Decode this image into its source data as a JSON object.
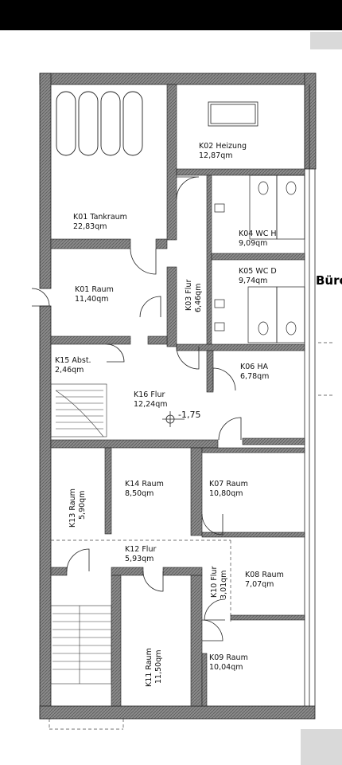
{
  "header": {
    "bar_color": "#000000"
  },
  "side_text": "Bürc",
  "rooms": {
    "k01_tank": {
      "name": "K01 Tankraum",
      "area": "22,83qm"
    },
    "k02": {
      "name": "K02 Heizung",
      "area": "12,87qm"
    },
    "k03": {
      "name": "K03 Flur",
      "area": "6,46qm"
    },
    "k04": {
      "name": "K04 WC H",
      "area": "9,09qm"
    },
    "k05": {
      "name": "K05 WC D",
      "area": "9,74qm"
    },
    "k01_raum": {
      "name": "K01 Raum",
      "area": "11,40qm"
    },
    "k15": {
      "name": "K15 Abst.",
      "area": "2,46qm"
    },
    "k06": {
      "name": "K06 HA",
      "area": "6,78qm"
    },
    "k16": {
      "name": "K16 Flur",
      "area": "12,24qm"
    },
    "k14": {
      "name": "K14 Raum",
      "area": "8,50qm"
    },
    "k07": {
      "name": "K07 Raum",
      "area": "10,80qm"
    },
    "k13": {
      "name": "K13 Raum",
      "area": "5,90qm"
    },
    "k12": {
      "name": "K12 Flur",
      "area": "5,93qm"
    },
    "k10": {
      "name": "K10 Flur",
      "area": "3,01qm"
    },
    "k08": {
      "name": "K08 Raum",
      "area": "7,07qm"
    },
    "k11": {
      "name": "K11 Raum",
      "area": "11,50qm"
    },
    "k09": {
      "name": "K09 Raum",
      "area": "10,04qm"
    }
  },
  "elevation": "-1,75",
  "colors": {
    "wall": "#6e6e6e",
    "line": "#222222",
    "hatch": "#888888"
  }
}
